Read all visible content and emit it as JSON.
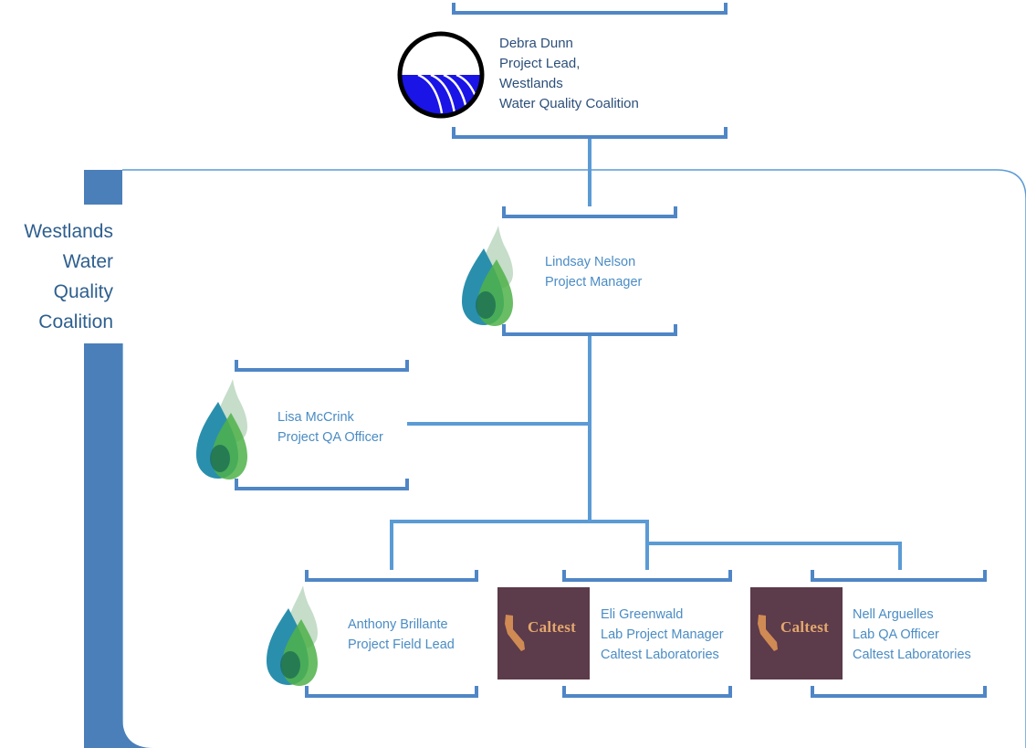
{
  "colors": {
    "line": "#5b9bd5",
    "bracket": "#4f86c6",
    "band": "#4a7fba",
    "lead_text": "#2c4f7a",
    "role_text": "#4a8cc4",
    "caltest_bg": "#5c3b4a",
    "caltest_text": "#e4a86e"
  },
  "coalition_label": {
    "lines": [
      "Westlands",
      "Water",
      "Quality",
      "Coalition"
    ]
  },
  "top": {
    "lines": [
      "Debra Dunn",
      "Project Lead,",
      "Westlands",
      "Water Quality Coalition"
    ],
    "logo": "water-wave-logo"
  },
  "manager": {
    "lines": [
      "Lindsay Nelson",
      "Project Manager"
    ],
    "logo": "water-drop-logo"
  },
  "qa": {
    "lines": [
      "Lisa McCrink",
      "Project QA Officer"
    ],
    "logo": "water-drop-logo"
  },
  "field": {
    "lines": [
      "Anthony Brillante",
      "Project Field Lead"
    ],
    "logo": "water-drop-logo"
  },
  "lab_pm": {
    "lines": [
      "Eli Greenwald",
      "Lab Project Manager",
      "Caltest Laboratories"
    ],
    "logo": "caltest-logo",
    "logo_text": "Caltest"
  },
  "lab_qa": {
    "lines": [
      "Nell Arguelles",
      "Lab QA Officer",
      "Caltest Laboratories"
    ],
    "logo": "caltest-logo",
    "logo_text": "Caltest"
  }
}
